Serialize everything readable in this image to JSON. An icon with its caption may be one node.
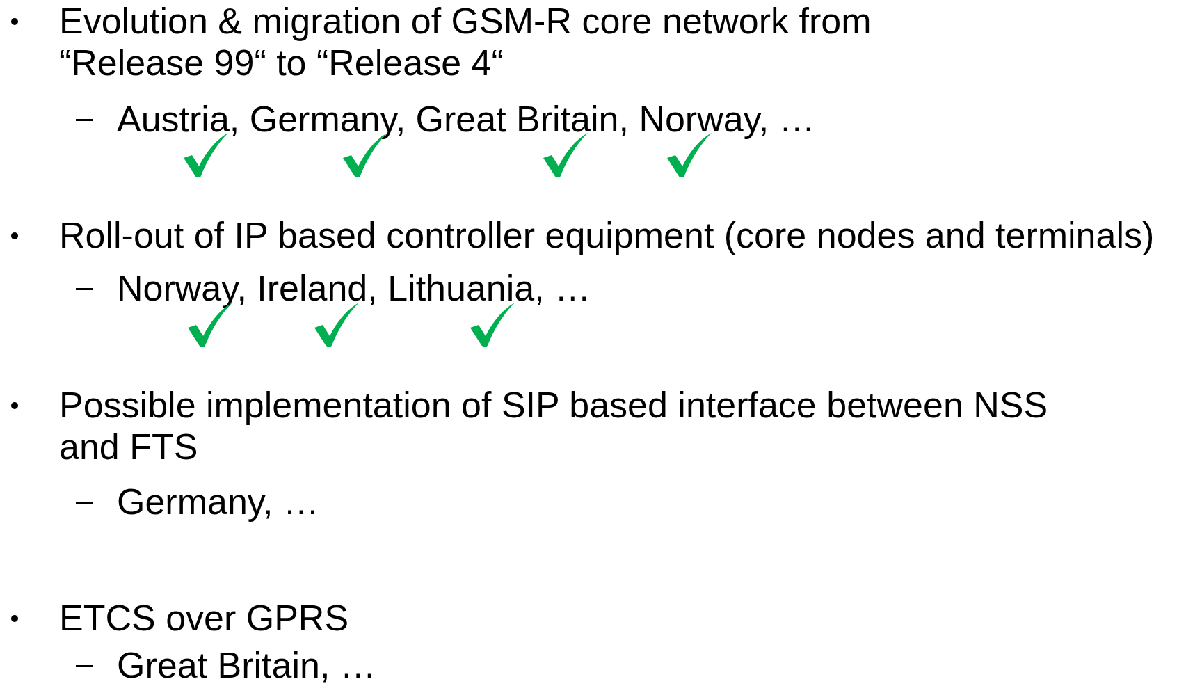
{
  "diagram": {
    "labels": [
      "Evolution & migration of GSM-R core network from “Release 99“ to “Release 4“",
      "Austria, Germany, Great Britain, Norway, …",
      "Roll-out of IP based controller equipment (core nodes and terminals)",
      "Norway, Ireland, Lithuania, …",
      "Possible implementation of SIP based interface between NSS and FTS",
      "Germany, …",
      "ETCS over GPRS",
      "Great Britain, …"
    ]
  }
}
